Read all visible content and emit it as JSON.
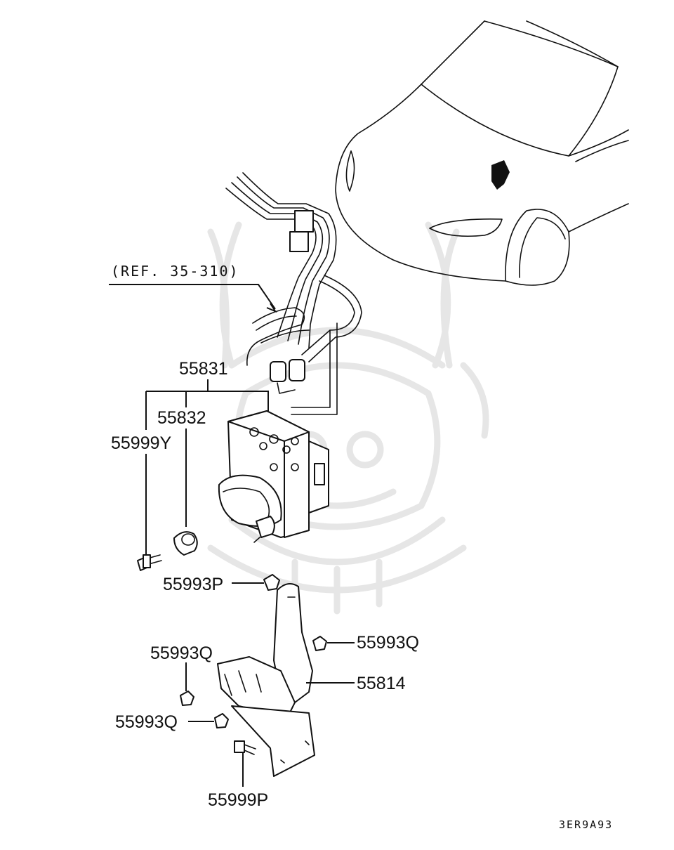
{
  "labels": {
    "ref": "(REF. 35-310)",
    "p55831": "55831",
    "p55832": "55832",
    "p55999Y": "55999Y",
    "p55993P": "55993P",
    "p55993Q_right": "55993Q",
    "p55993Q_left_upper": "55993Q",
    "p55814": "55814",
    "p55993Q_left_lower": "55993Q",
    "p55999P": "55999P"
  },
  "diagram_code": "3ER9A93"
}
